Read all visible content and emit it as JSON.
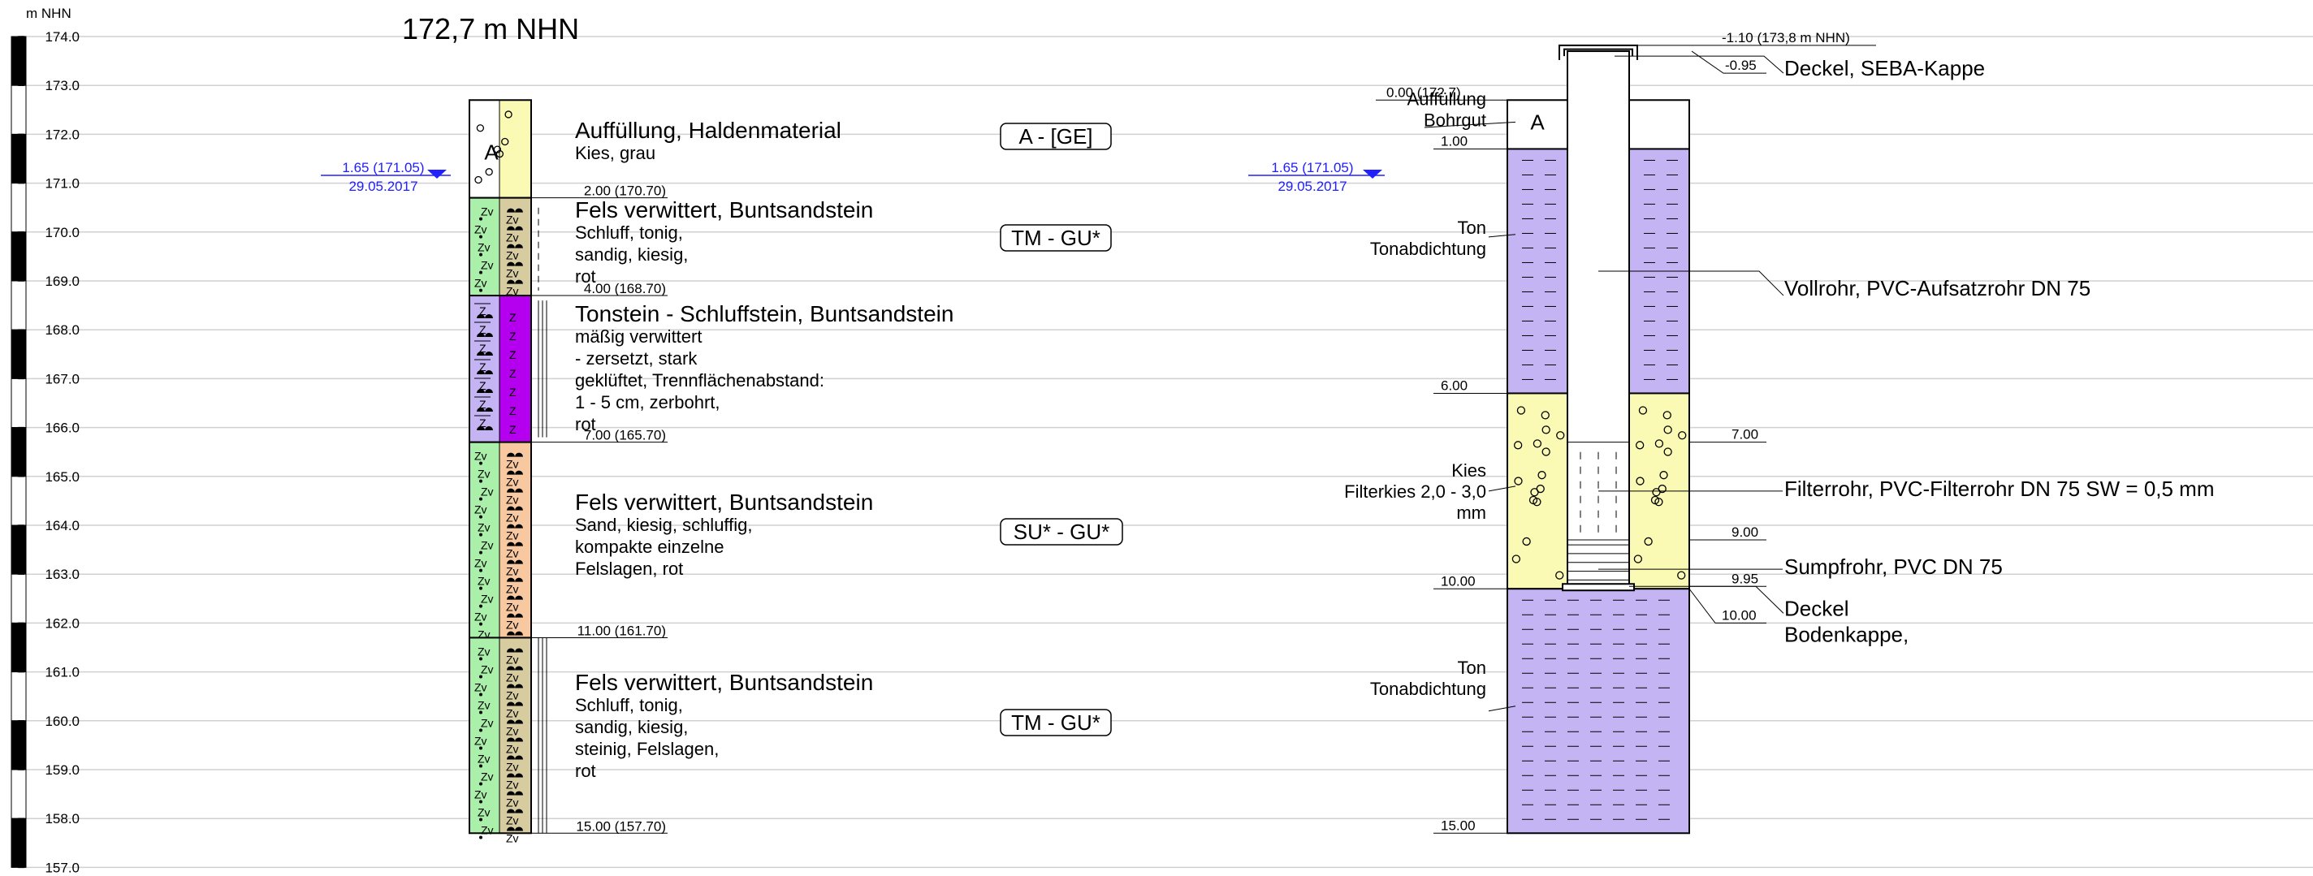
{
  "scale": {
    "unit_label": "m NHN",
    "ticks": [
      "174.0",
      "173.0",
      "172.0",
      "171.0",
      "170.0",
      "169.0",
      "168.0",
      "167.0",
      "166.0",
      "165.0",
      "164.0",
      "163.0",
      "162.0",
      "161.0",
      "160.0",
      "159.0",
      "158.0",
      "157.0"
    ]
  },
  "profile": {
    "title": "172,7 m NHN",
    "groundwater": {
      "depth_label": "1.65 (171.05)",
      "date": "29.05.2017"
    },
    "layers": [
      {
        "id": "A",
        "symbol_letter": "A",
        "top": 0.0,
        "bottom": 2.0,
        "colors": [
          "#ffffff",
          "#fafab4"
        ],
        "pattern": "circles",
        "boundary_label": "2.00 (170.70)",
        "title": "Auffüllung, Haldenmaterial",
        "desc": [
          "Kies, grau"
        ],
        "group": "A - [GE]"
      },
      {
        "id": "B",
        "top": 2.0,
        "bottom": 4.0,
        "colors": [
          "#aaf0aa",
          "#d7cca0"
        ],
        "pattern": "zv",
        "boundary_label": "4.00 (168.70)",
        "title": "Fels verwittert, Buntsandstein",
        "desc": [
          "Schluff, tonig,",
          "sandig, kiesig,",
          "rot"
        ],
        "group": "TM - GU*"
      },
      {
        "id": "C",
        "top": 4.0,
        "bottom": 7.0,
        "colors": [
          "#c4b4f4",
          "#b400ee"
        ],
        "pattern": "z",
        "boundary_label": "7.00 (165.70)",
        "title": "Tonstein - Schluffstein, Buntsandstein",
        "desc": [
          "mäßig verwittert",
          "- zersetzt, stark",
          "geklüftet, Trennflächenabstand:",
          "1 - 5 cm, zerbohrt,",
          "rot"
        ],
        "group": ""
      },
      {
        "id": "D",
        "top": 7.0,
        "bottom": 11.0,
        "colors": [
          "#aaf0aa",
          "#f8c8a0"
        ],
        "pattern": "zv",
        "boundary_label": "11.00 (161.70)",
        "title": "Fels verwittert, Buntsandstein",
        "desc": [
          "Sand, kiesig, schluffig,",
          "kompakte einzelne",
          "Felslagen, rot"
        ],
        "group": "SU* - GU*"
      },
      {
        "id": "E",
        "top": 11.0,
        "bottom": 15.0,
        "colors": [
          "#aaf0aa",
          "#d7cca0"
        ],
        "pattern": "zv",
        "boundary_label": "15.00 (157.70)",
        "title": "Fels verwittert, Buntsandstein",
        "desc": [
          "Schluff, tonig,",
          "sandig, kiesig,",
          "steinig, Felslagen,",
          "rot"
        ],
        "group": "TM - GU*"
      }
    ]
  },
  "well": {
    "groundwater": {
      "depth_label": "1.65 (171.05)",
      "date": "29.05.2017"
    },
    "top_label": "0.00 (172,7)",
    "letter": "A",
    "fill": [
      {
        "top": 0.0,
        "bottom": 1.0,
        "color": "#ffffff",
        "pattern": "none",
        "label1": "Auffüllung",
        "label2": "Bohrgut",
        "depth_label": "1.00"
      },
      {
        "top": 1.0,
        "bottom": 6.0,
        "color": "#c4b4f4",
        "pattern": "dash",
        "label1": "Ton",
        "label2": "Tonabdichtung",
        "depth_label": "6.00"
      },
      {
        "top": 6.0,
        "bottom": 10.0,
        "color": "#fafab4",
        "pattern": "circles",
        "label1": "Kies",
        "label2": "Filterkies 2,0 - 3,0",
        "label3": "mm",
        "depth_label": "10.00"
      },
      {
        "top": 10.0,
        "bottom": 15.0,
        "color": "#c4b4f4",
        "pattern": "dash",
        "label1": "Ton",
        "label2": "Tonabdichtung",
        "depth_label": "15.00"
      }
    ],
    "right_depths": {
      "cap_top": "-1.10 (173,8 m NHN)",
      "cap": "-0.95",
      "filter_top": "7.00",
      "filter_bottom": "9.00",
      "sump": "9.95",
      "bottom_cap": "10.00"
    },
    "annotations": [
      {
        "id": "deckel-top",
        "text1": "Deckel, SEBA-Kappe",
        "text2": ""
      },
      {
        "id": "vollrohr",
        "text1": "Vollrohr, PVC-Aufsatzrohr DN 75",
        "text2": ""
      },
      {
        "id": "filterrohr",
        "text1": "Filterrohr, PVC-Filterrohr DN 75 SW = 0,5 mm",
        "text2": ""
      },
      {
        "id": "sumpfrohr",
        "text1": "Sumpfrohr, PVC DN 75",
        "text2": ""
      },
      {
        "id": "deckel-bottom",
        "text1": "Deckel",
        "text2": "Bodenkappe,"
      }
    ]
  }
}
